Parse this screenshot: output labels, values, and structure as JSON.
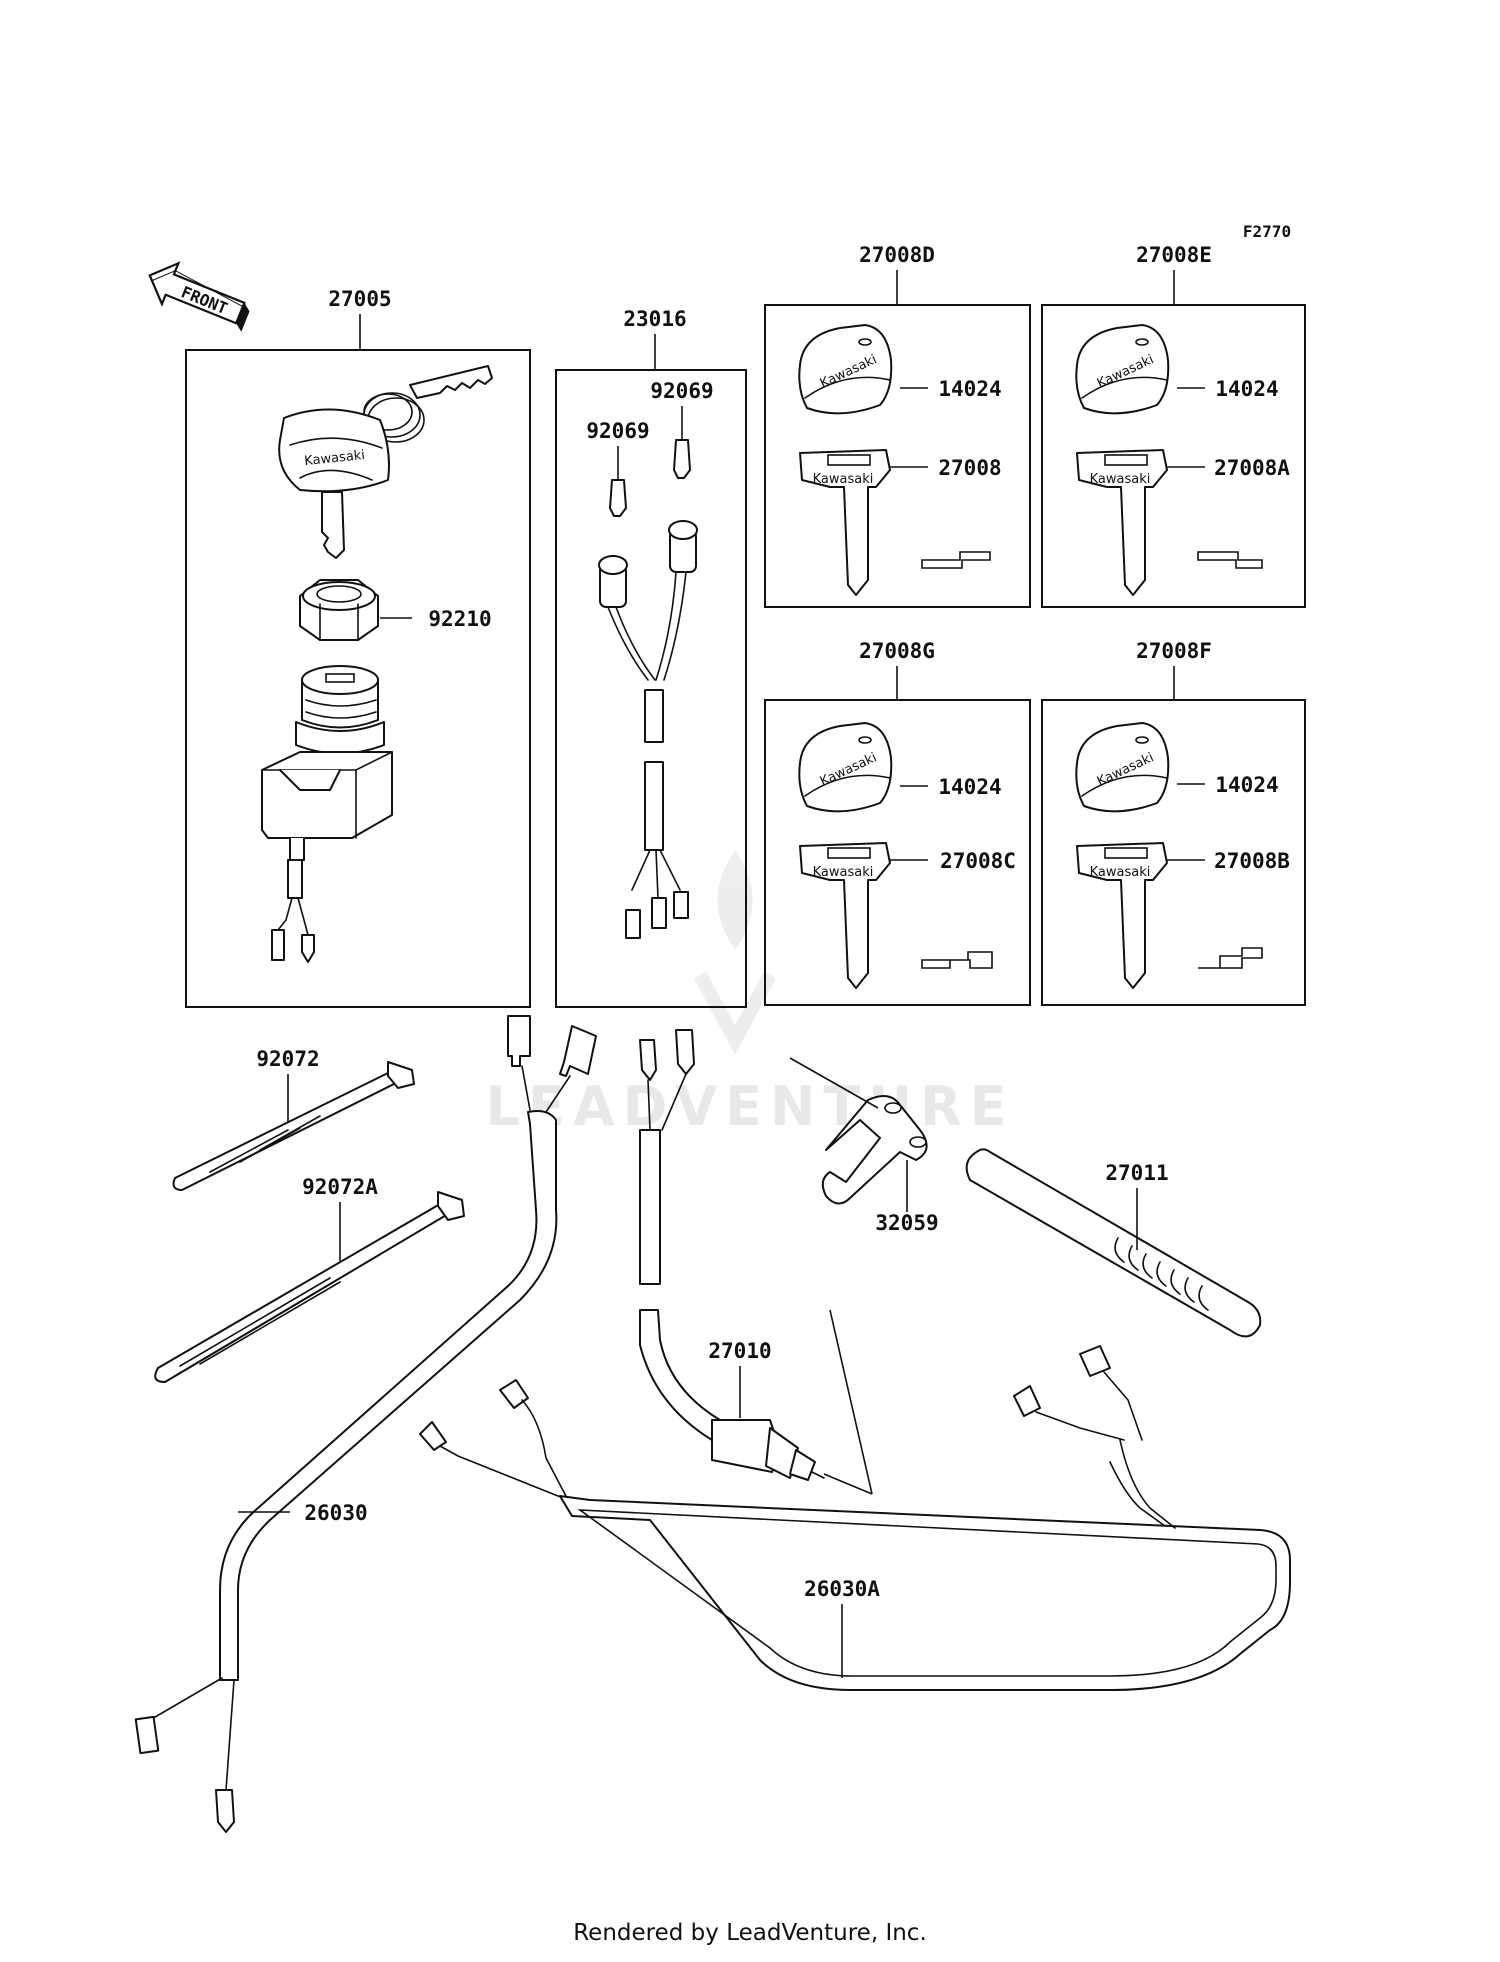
{
  "figure_code": "F2770",
  "front_label": "FRONT",
  "watermark": "LEADVENTURE",
  "key_brand": "Kawasaki",
  "footer": "Rendered by LeadVenture, Inc.",
  "callouts": {
    "switch_assy": "27005",
    "nut": "92210",
    "lanyard_assy": "23016",
    "cap_a": "92069",
    "cap_b": "92069",
    "key_set_d": "27008D",
    "key_set_e": "27008E",
    "key_set_g": "27008G",
    "key_set_f": "27008F",
    "knob_d": "14024",
    "knob_e": "14024",
    "knob_g": "14024",
    "knob_f": "14024",
    "key_d": "27008",
    "key_e": "27008A",
    "key_g": "27008C",
    "key_f": "27008B",
    "band": "92072",
    "band_a": "92072A",
    "harness": "26030",
    "harness_a": "26030A",
    "switch": "27010",
    "bracket": "32059",
    "cap_27011": "27011"
  }
}
